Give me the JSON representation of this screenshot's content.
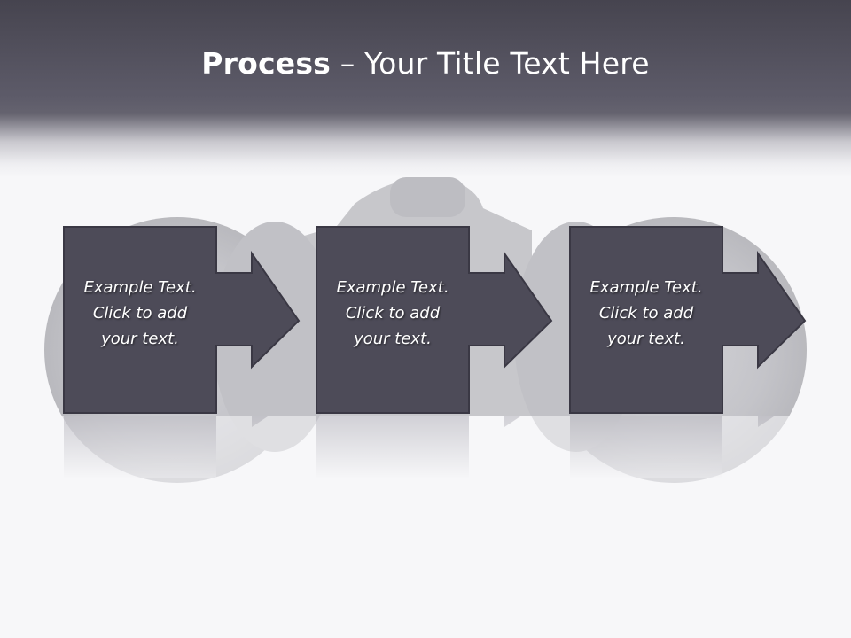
{
  "title": {
    "bold": "Process",
    "rest": " – Your Title Text Here"
  },
  "colors": {
    "header_dark": "#46444f",
    "box_fill": "#4d4b58",
    "box_stroke": "#3a3844",
    "background": "#f7f7f9"
  },
  "steps": [
    {
      "line1": "Example Text.",
      "line2": "Click  to add",
      "line3": "your text."
    },
    {
      "line1": "Example Text.",
      "line2": "Click  to add",
      "line3": "your text."
    },
    {
      "line1": "Example Text.",
      "line2": "Click  to add",
      "line3": "your text."
    }
  ]
}
